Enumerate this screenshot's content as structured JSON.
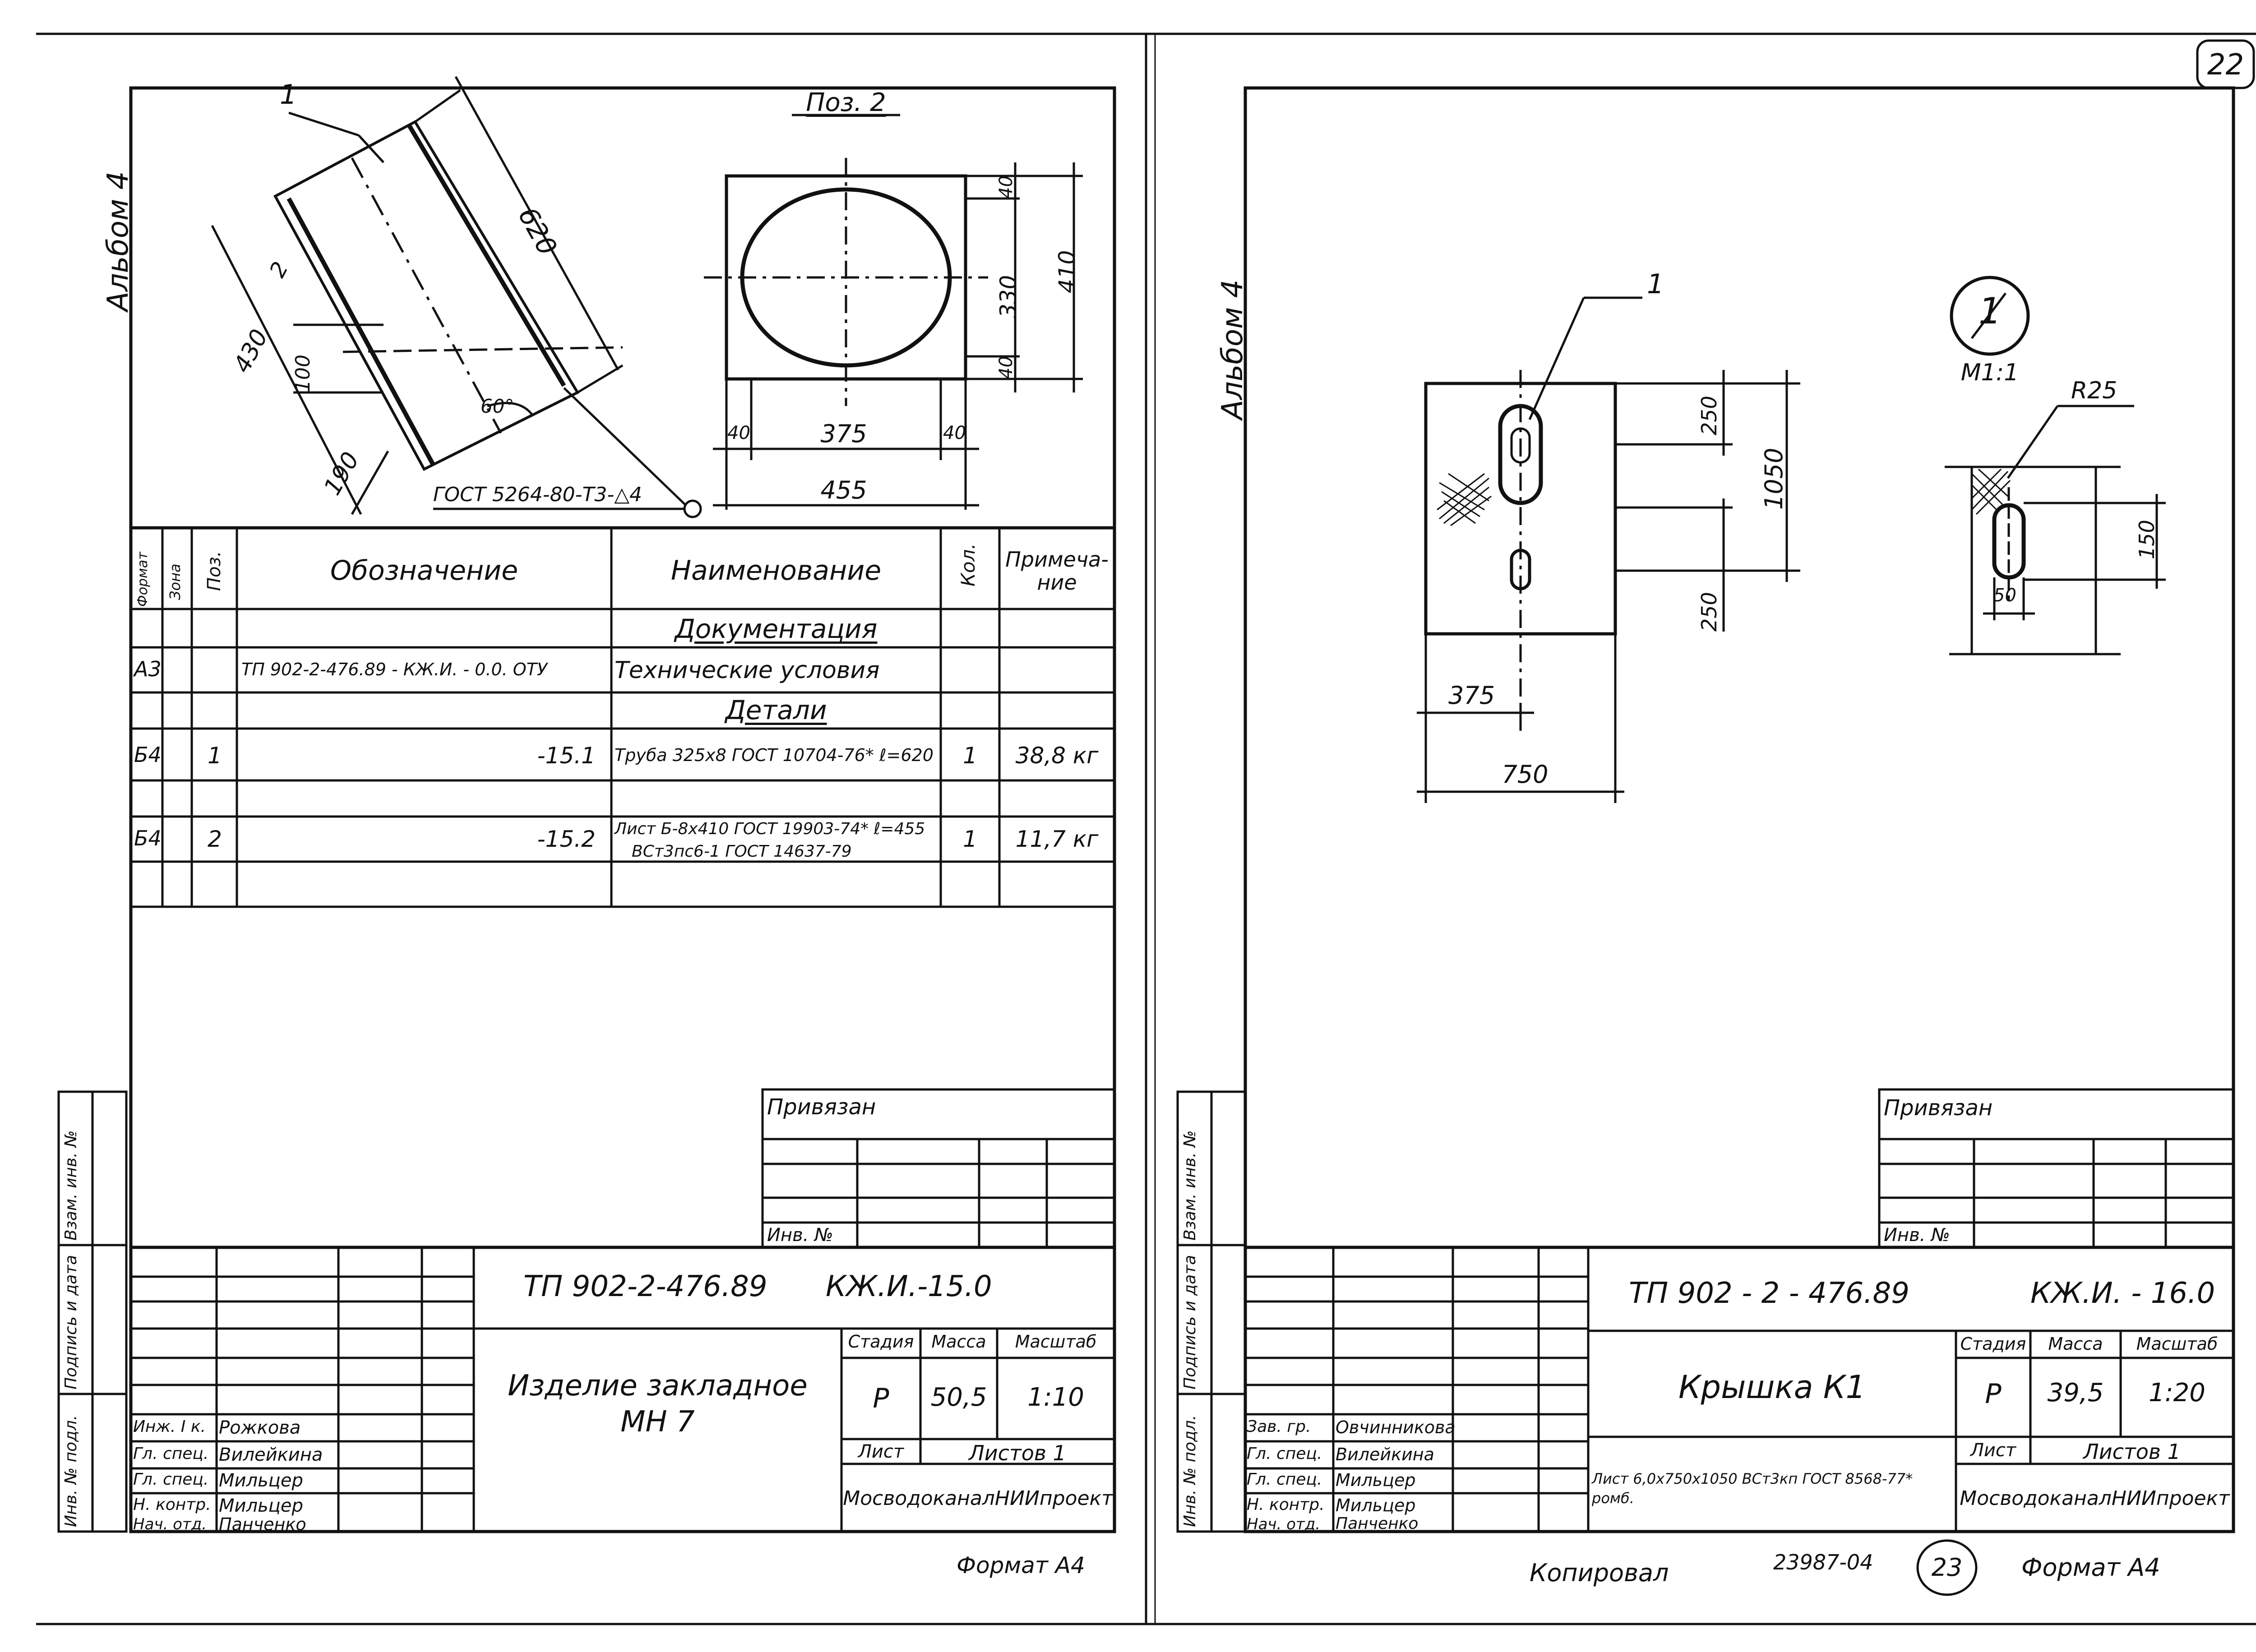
{
  "page_number": "22",
  "copy_page_number": "23",
  "copy_note": "Копировал",
  "copy_code": "23987-04",
  "sheets": [
    {
      "album": "Альбом 4",
      "drawing": {
        "pos1_label": "1",
        "pos2_title": "Поз. 2",
        "dims": {
          "length": "620",
          "width": "430",
          "thickness": "2",
          "offset_100": "100",
          "offset_190": "190",
          "angle": "60°",
          "plate_h_inner": "330",
          "plate_h_total": "410",
          "plate_edge_top": "40",
          "plate_edge_bottom": "40",
          "plate_w_inner": "375",
          "plate_w_total": "455",
          "plate_edge_left": "40",
          "plate_edge_right": "40"
        },
        "weld": "ГОСТ 5264-80-Т3-△4"
      },
      "spec": {
        "headers": {
          "format": "Формат",
          "zone": "Зона",
          "pos": "Поз.",
          "designation": "Обозначение",
          "name": "Наименование",
          "qty": "Кол.",
          "note": "Примеча-ние"
        },
        "section_docs": "Документация",
        "section_parts": "Детали",
        "rows": [
          {
            "format": "А3",
            "pos": "",
            "designation": "ТП 902-2-476.89 - КЖ.И. - 0.0. ОТУ",
            "name": "Технические условия",
            "qty": "",
            "note": ""
          },
          {
            "format": "Б4",
            "pos": "1",
            "designation": "-15.1",
            "name": "Труба 325х8 ГОСТ 10704-76* ℓ=620",
            "qty": "1",
            "note": "38,8 кг"
          },
          {
            "format": "Б4",
            "pos": "2",
            "designation": "-15.2",
            "name": "Лист Б-8х410 ГОСТ 19903-74* ℓ=455",
            "name2": "ВСт3пс6-1 ГОСТ 14637-79",
            "qty": "1",
            "note": "11,7 кг"
          }
        ]
      },
      "privyazan": "Привязан",
      "inv_no": "Инв. №",
      "side_labels": [
        "Инв. № подл.",
        "Подпись и дата",
        "Взам. инв. №"
      ],
      "title_block": {
        "code": "ТП 902-2-476.89",
        "sheet_code": "КЖ.И.-15.0",
        "title": "Изделие закладное",
        "title2": "МН 7",
        "stage_label": "Стадия",
        "mass_label": "Масса",
        "scale_label": "Масштаб",
        "stage": "Р",
        "mass": "50,5",
        "scale": "1:10",
        "sheet_label": "Лист",
        "sheets_label": "Листов 1",
        "org": "МосводоканалНИИпроект",
        "signatures": [
          {
            "role": "Инж. I к.",
            "name": "Рожкова"
          },
          {
            "role": "Гл. спец.",
            "name": "Вилейкина"
          },
          {
            "role": "Гл. спец.",
            "name": "Мильцер"
          },
          {
            "role": "Н. контр.",
            "name": "Мильцер"
          },
          {
            "role": "Нач. отд.",
            "name": "Панченко"
          }
        ]
      },
      "format": "Формат А4"
    },
    {
      "album": "Альбом 4",
      "drawing": {
        "pos_label": "1",
        "node_label": "1",
        "node_scale": "М1:1",
        "radius": "R25",
        "dims": {
          "top_250": "250",
          "height_1050": "1050",
          "bottom_250": "250",
          "left_375": "375",
          "width_750": "750",
          "slot_150": "150",
          "slot_50": "50"
        }
      },
      "privyazan": "Привязан",
      "inv_no": "Инв. №",
      "side_labels": [
        "Инв. № подл.",
        "Подпись и дата",
        "Взам. инв. №"
      ],
      "title_block": {
        "code": "ТП 902 - 2 - 476.89",
        "sheet_code": "КЖ.И. - 16.0",
        "title": "Крышка К1",
        "material": "Лист 6,0х750х1050 ВСт3кп ГОСТ 8568-77*",
        "material2": "ромб.",
        "stage_label": "Стадия",
        "mass_label": "Масса",
        "scale_label": "Масштаб",
        "stage": "Р",
        "mass": "39,5",
        "scale": "1:20",
        "sheet_label": "Лист",
        "sheets_label": "Листов 1",
        "org": "МосводоканалНИИпроект",
        "signatures": [
          {
            "role": "Зав. гр.",
            "name": "Овчинникова"
          },
          {
            "role": "Гл. спец.",
            "name": "Вилейкина"
          },
          {
            "role": "Гл. спец.",
            "name": "Мильцер"
          },
          {
            "role": "Н. контр.",
            "name": "Мильцер"
          },
          {
            "role": "Нач. отд.",
            "name": "Панченко"
          }
        ]
      },
      "format": "Формат А4"
    }
  ]
}
